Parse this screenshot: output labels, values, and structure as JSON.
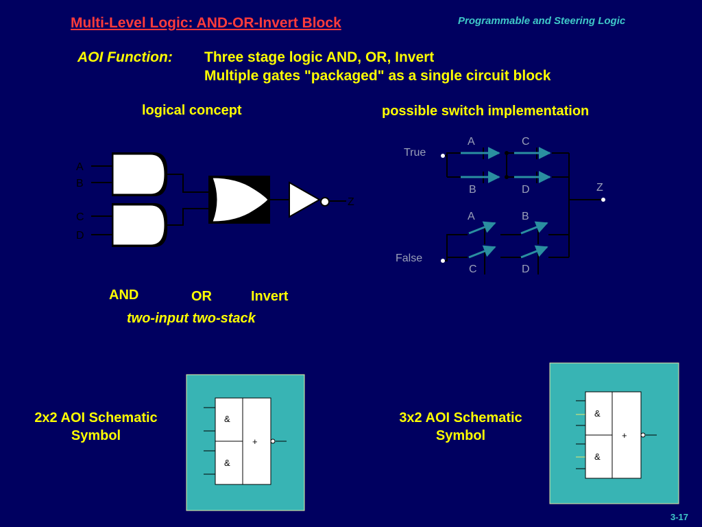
{
  "header": {
    "title": "Multi-Level Logic: AND-OR-Invert Block",
    "course": "Programmable and Steering Logic"
  },
  "aoi": {
    "label": "AOI Function:",
    "line1": "Three stage logic AND, OR, Invert",
    "line2": "Multiple gates \"packaged\" as a single circuit block"
  },
  "logical": {
    "heading": "logical concept",
    "inputs": [
      "A",
      "B",
      "C",
      "D"
    ],
    "output": "Z",
    "stage_labels": {
      "and": "AND",
      "or": "OR",
      "invert": "Invert"
    },
    "caption": "two-input two-stack"
  },
  "switch": {
    "heading": "possible switch implementation",
    "true_label": "True",
    "false_label": "False",
    "output": "Z",
    "top_labels": [
      "A",
      "C"
    ],
    "mid_labels": [
      "B",
      "D"
    ],
    "lower_labels": [
      "A",
      "B"
    ],
    "bottom_labels": [
      "C",
      "D"
    ]
  },
  "symbols": {
    "aoi22": {
      "caption_line1": "2x2 AOI Schematic",
      "caption_line2": "Symbol",
      "and_symbol": "&",
      "or_symbol": "+"
    },
    "aoi32": {
      "caption_line1": "3x2 AOI Schematic",
      "caption_line2": "Symbol",
      "and_symbol": "&",
      "or_symbol": "+"
    }
  },
  "footer": {
    "page": "3-17"
  },
  "colors": {
    "background": "#000060",
    "title": "#ff3b3b",
    "text": "#ffff00",
    "accent": "#3fc8c8",
    "symbol_panel": "#38b4b4",
    "switch_arrow": "#2a8fa0",
    "switch_label": "#9aa0b8"
  }
}
